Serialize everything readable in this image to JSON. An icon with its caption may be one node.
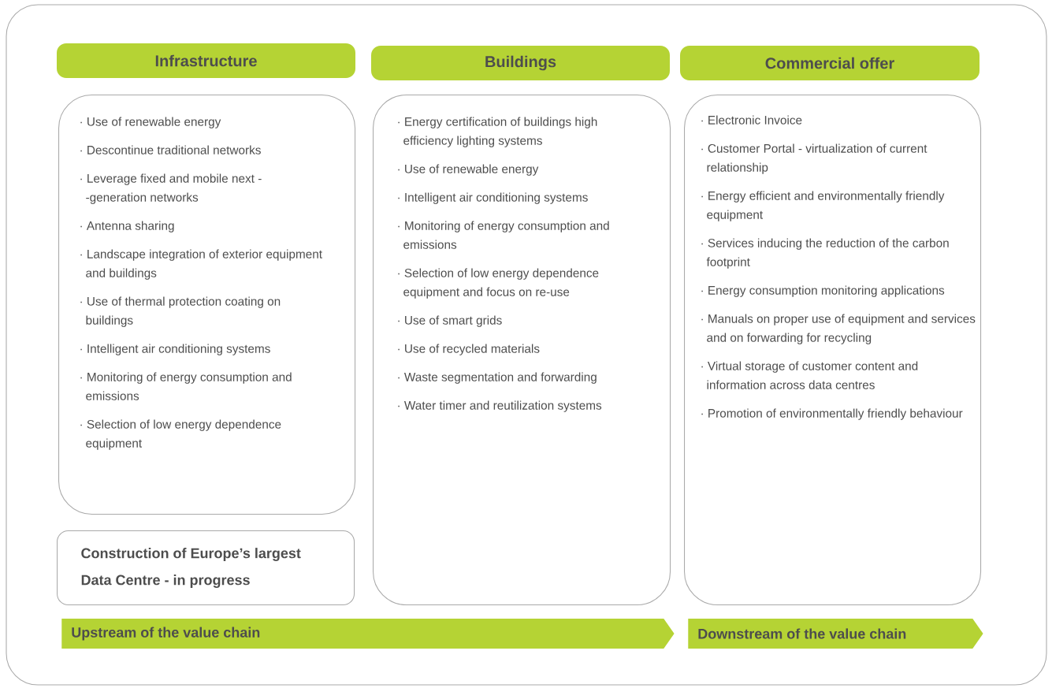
{
  "diagram": {
    "nodes": [
      {
        "text": [
          "Infrastructure"
        ]
      },
      {
        "text": [
          "Buildings"
        ]
      },
      {
        "text": [
          "Commercial offer"
        ]
      },
      {
        "text": [
          "· Use of renewable energy",
          "· Descontinue traditional networks",
          "· Leverage fixed and mobile next - -generation networks",
          "· Antenna sharing",
          "· Landscape integration of exterior equipment and buildings",
          "· Use of thermal protection coating on buildings",
          "· Intelligent air conditioning systems",
          "· Monitoring of energy consumption and emissions",
          "· Selection of low energy dependence equipment"
        ]
      },
      {
        "text": [
          "· Energy certification of buildings high efficiency lighting systems",
          "· Use of renewable energy",
          "· Intelligent air conditioning systems",
          "· Monitoring of energy consumption and emissions",
          "· Selection of low energy dependence equipment and focus on re-use",
          "· Use of smart grids",
          "· Use of recycled materials",
          "· Waste segmentation and forwarding",
          "· Water timer and reutilization systems"
        ]
      },
      {
        "text": [
          "· Electronic Invoice",
          "· Customer Portal - virtualization of current relationship",
          "· Energy efficient and environmentally friendly equipment",
          "· Services inducing the reduction of the carbon footprint",
          "· Energy consumption monitoring applications",
          "· Manuals on proper use of equipment and services and on forwarding for recycling",
          "· Virtual storage of customer content and information across data centres",
          "· Promotion of environmentally friendly behaviour"
        ]
      },
      {
        "text": [
          "Construction of Europe’s largest Data Centre - in progress"
        ]
      },
      {
        "text": [
          "Upstream of the value chain"
        ]
      },
      {
        "text": [
          "Downstream of the value chain"
        ]
      }
    ]
  }
}
